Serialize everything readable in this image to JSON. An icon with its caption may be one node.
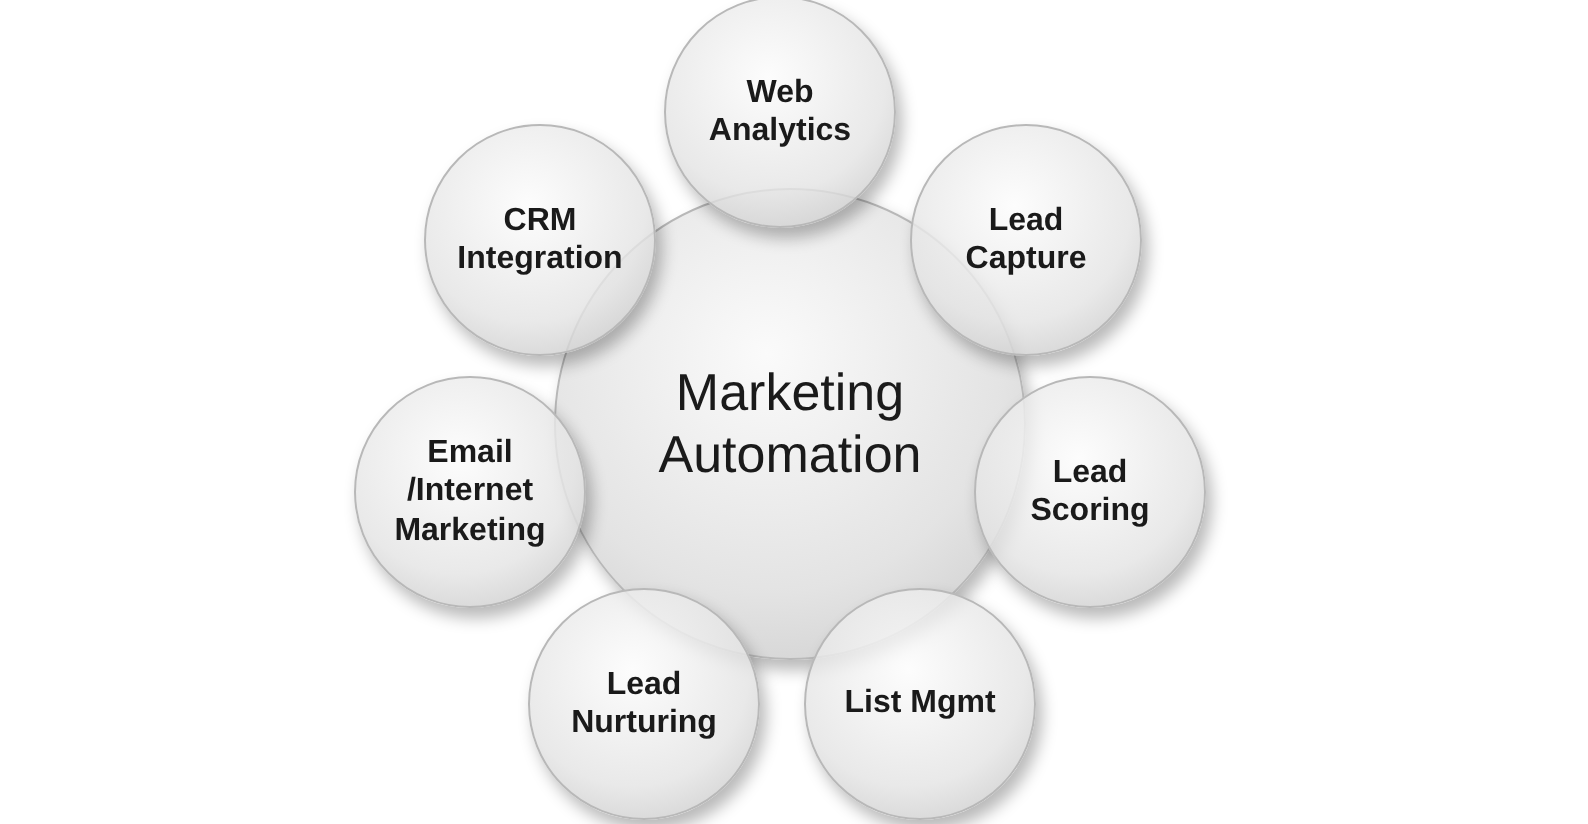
{
  "diagram": {
    "nodes": [
      {
        "text": [
          "Marketing Automation"
        ]
      },
      {
        "text": [
          "Web Analytics"
        ]
      },
      {
        "text": [
          "Lead Capture"
        ]
      },
      {
        "text": [
          "Lead Scoring"
        ]
      },
      {
        "text": [
          "List Mgmt"
        ]
      },
      {
        "text": [
          "Lead Nurturing"
        ]
      },
      {
        "text": [
          "Email /Internet Marketing"
        ]
      },
      {
        "text": [
          "CRM Integration"
        ]
      }
    ]
  }
}
